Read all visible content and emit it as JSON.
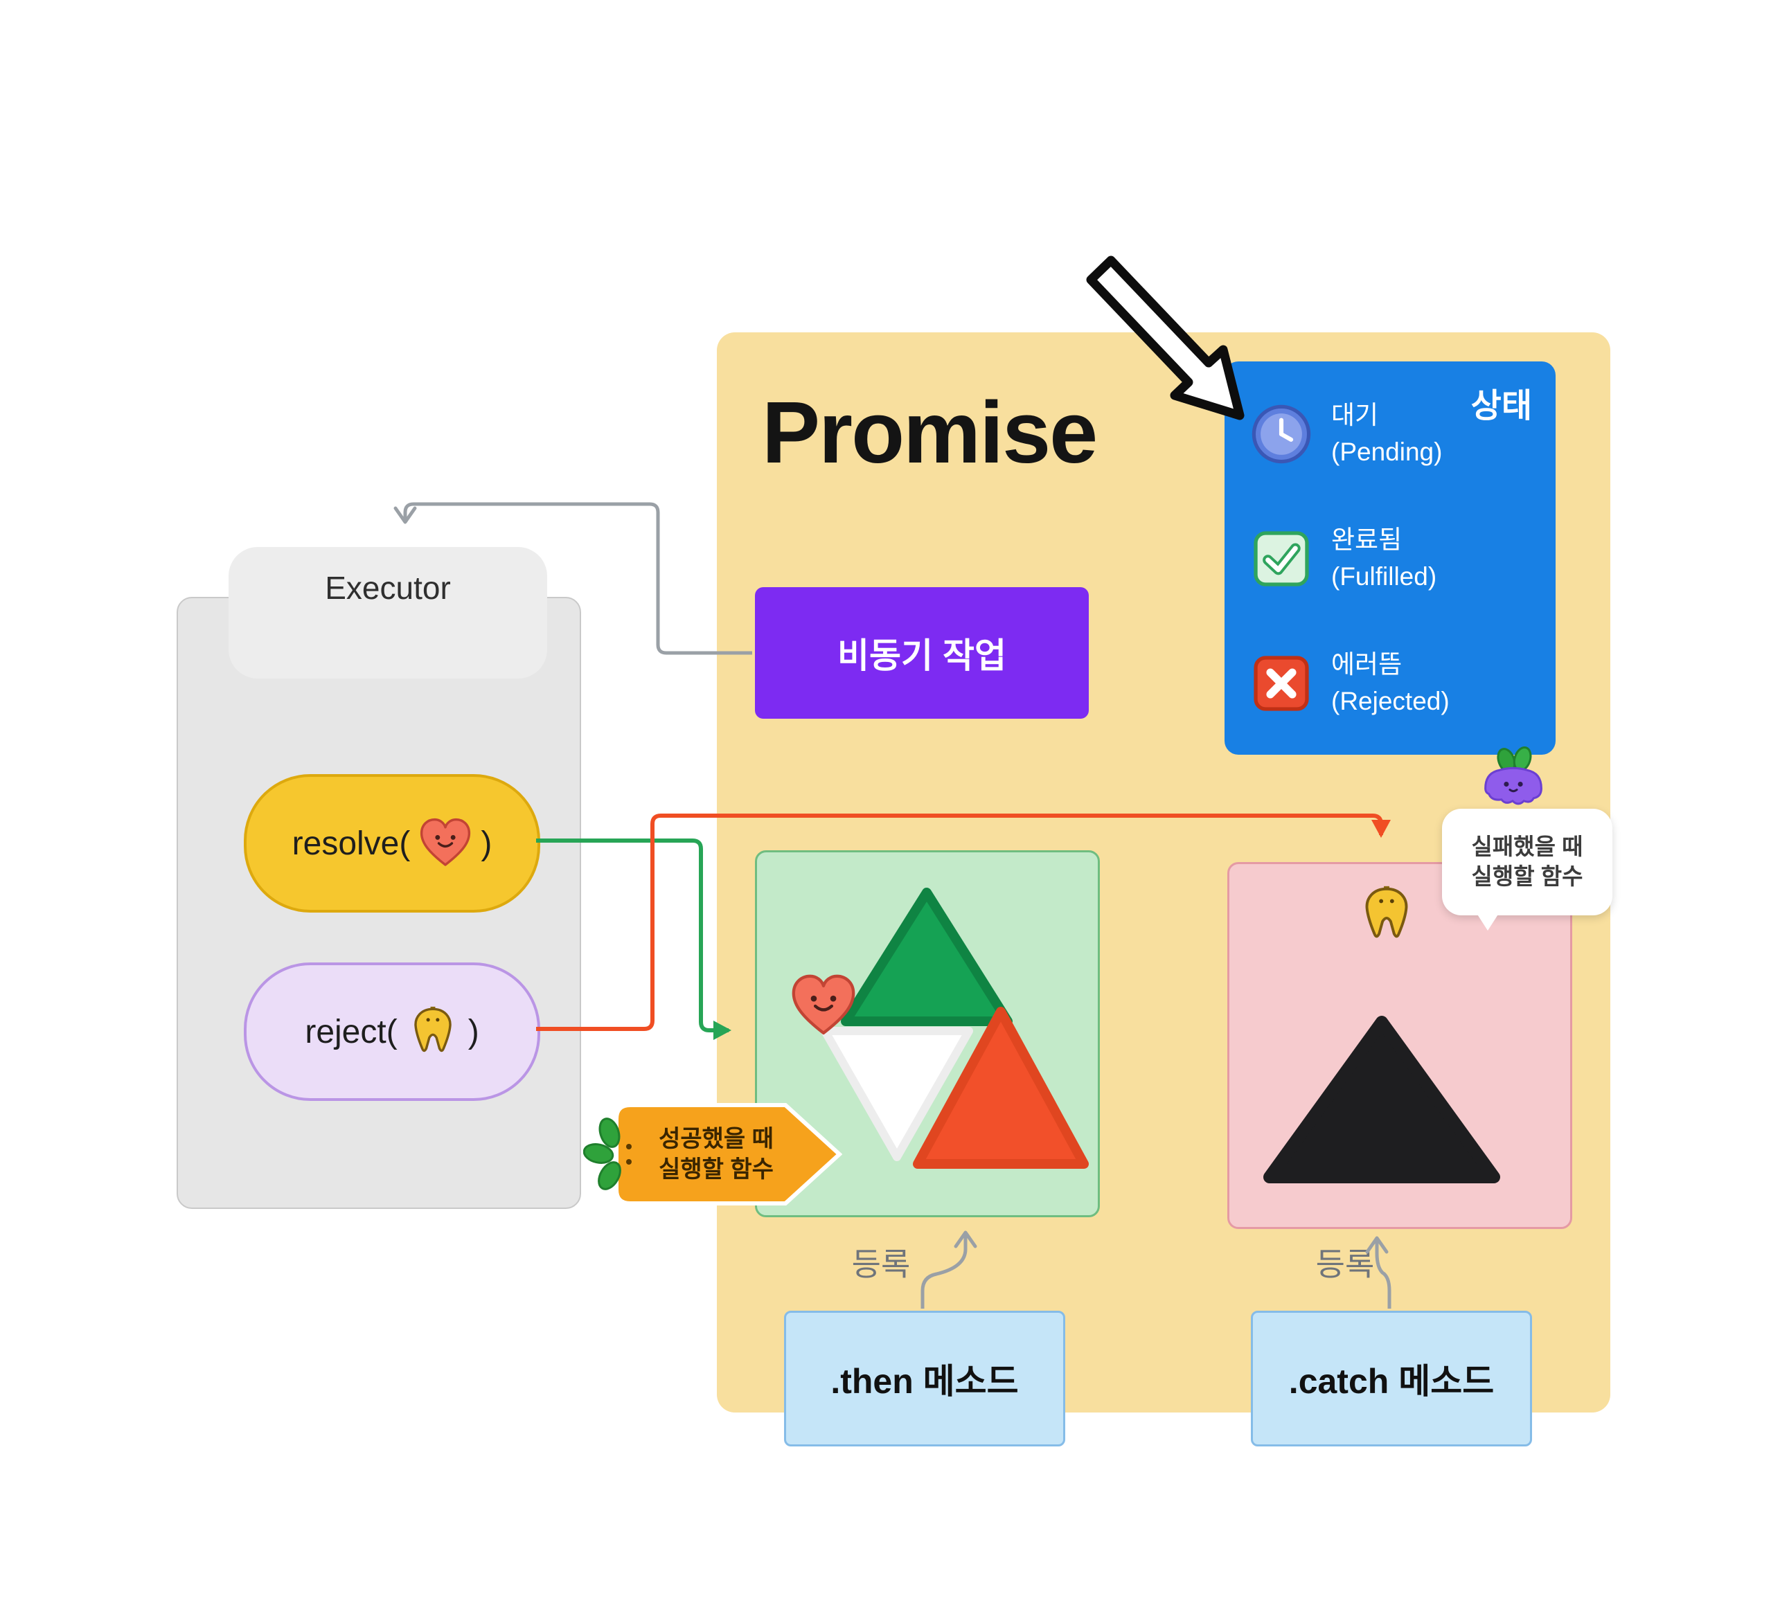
{
  "diagram": {
    "title": "Promise",
    "async_task": "비동기 작업",
    "executor": {
      "title": "Executor",
      "resolve_open": "resolve(",
      "resolve_close": ")",
      "reject_open": "reject(",
      "reject_close": ")"
    },
    "states": {
      "title": "상태",
      "items": [
        {
          "icon": "clock-icon",
          "label": "대기",
          "sub": "(Pending)"
        },
        {
          "icon": "check-icon",
          "label": "완료됨",
          "sub": "(Fulfilled)"
        },
        {
          "icon": "x-icon",
          "label": "에러뜸",
          "sub": "(Rejected)"
        }
      ]
    },
    "then": {
      "register": "등록",
      "method": ".then 메소드",
      "tooltip_line1": "성공했을 때",
      "tooltip_line2": "실행할 함수"
    },
    "catch": {
      "register": "등록",
      "method": ".catch 메소드",
      "tooltip_line1": "실패했을 때",
      "tooltip_line2": "실행할 함수"
    },
    "colors": {
      "panel_yellow": "#F8DF9E",
      "async_purple": "#7D2BF2",
      "state_blue": "#1880E4",
      "then_zone_green": "#C3EAC9",
      "catch_zone_pink": "#F6CBCE",
      "method_box_blue": "#C5E5F8",
      "resolve_yellow": "#F6C72E",
      "reject_lavender": "#EBDDF8",
      "arrow_green": "#27A556",
      "arrow_red": "#F04E23",
      "arrow_gray": "#9AA0A6",
      "carrot_orange": "#F6A21C"
    }
  }
}
